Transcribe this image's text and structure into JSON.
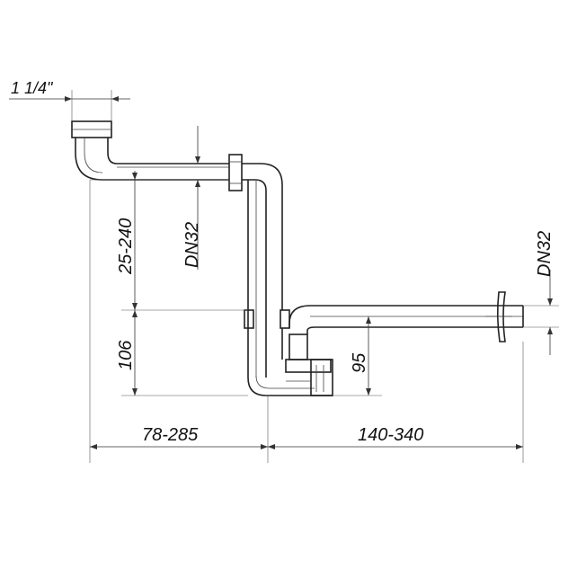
{
  "diagram": {
    "thread_size": "1 1/4\"",
    "dimensions": {
      "height_adjust": "25-240",
      "pipe_dn_vertical": "DN32",
      "pipe_dn_outlet": "DN32",
      "trap_height": "106",
      "outlet_height": "95",
      "horizontal_left": "78-285",
      "horizontal_right": "140-340"
    }
  },
  "colors": {
    "line": "#222222",
    "background": "#ffffff"
  }
}
